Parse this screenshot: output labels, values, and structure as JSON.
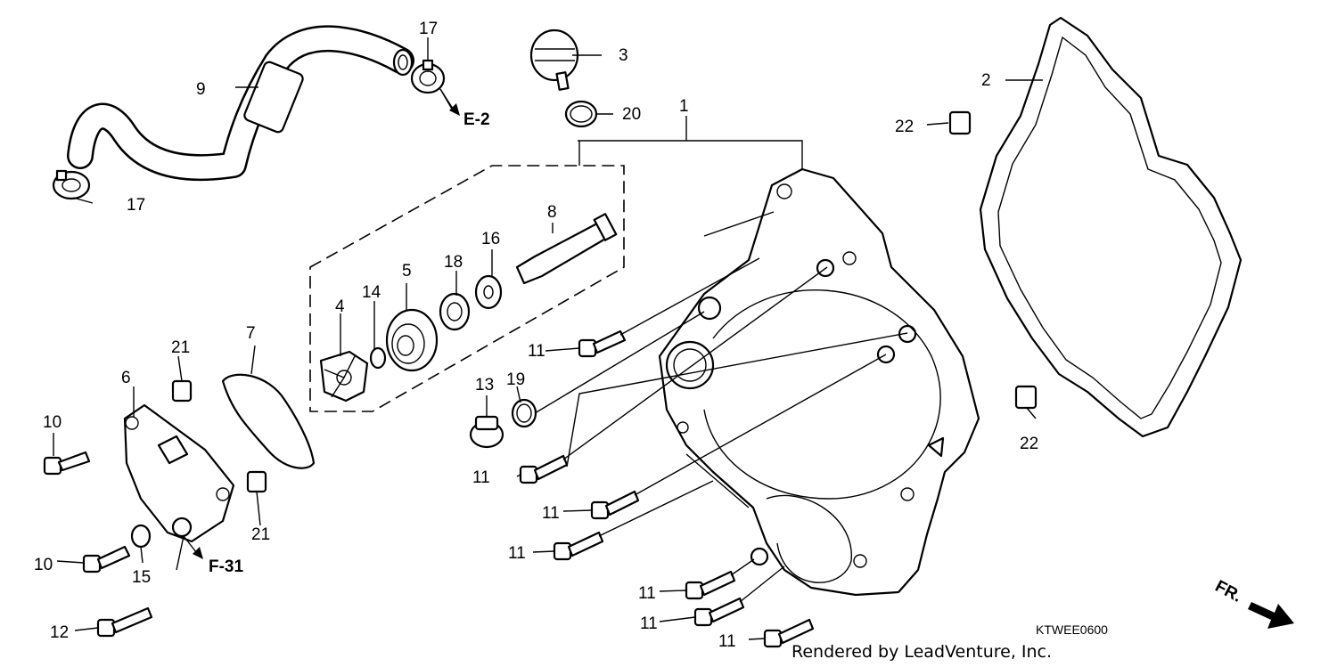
{
  "callouts": {
    "c1": "1",
    "c2": "2",
    "c3": "3",
    "c4": "4",
    "c5": "5",
    "c6": "6",
    "c7": "7",
    "c8": "8",
    "c9": "9",
    "c10a": "10",
    "c10b": "10",
    "c11a": "11",
    "c11b": "11",
    "c11c": "11",
    "c11d": "11",
    "c11e": "11",
    "c11f": "11",
    "c11g": "11",
    "c12": "12",
    "c13": "13",
    "c14": "14",
    "c15": "15",
    "c16": "16",
    "c17a": "17",
    "c17b": "17",
    "c18": "18",
    "c19": "19",
    "c20": "20",
    "c21a": "21",
    "c21b": "21",
    "c22a": "22",
    "c22b": "22"
  },
  "references": {
    "e2": "E-2",
    "f31": "F-31",
    "front": "FR."
  },
  "diagram_code": "KTWEE0600",
  "credit": "Rendered by LeadVenture, Inc."
}
